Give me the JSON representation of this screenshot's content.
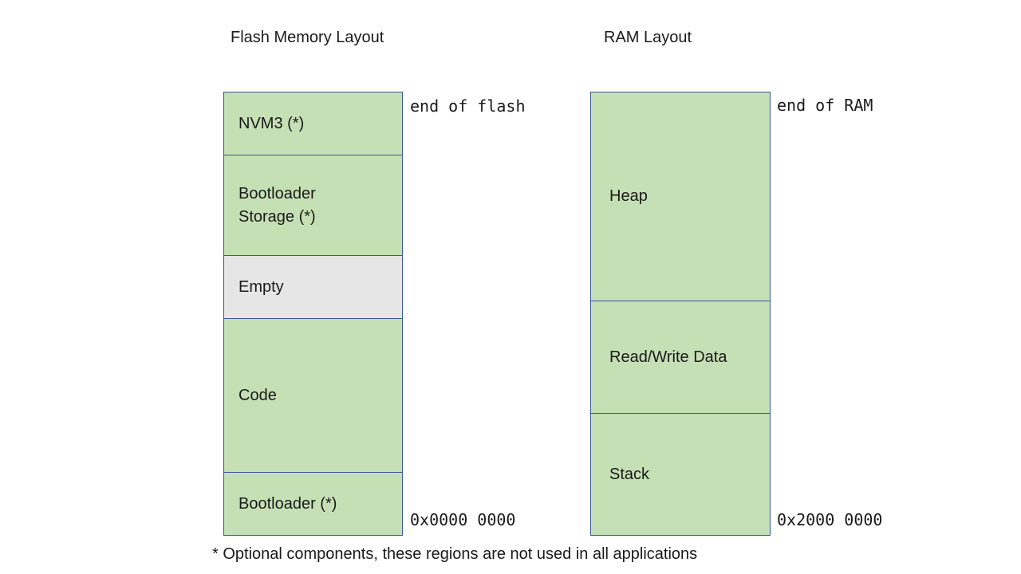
{
  "flash": {
    "title": "Flash Memory Layout",
    "top_label": "end of flash",
    "bottom_label": "0x0000 0000",
    "regions": [
      {
        "label": "NVM3 (*)",
        "kind": "used"
      },
      {
        "label": "Bootloader\nStorage (*)",
        "kind": "used"
      },
      {
        "label": "Empty",
        "kind": "empty"
      },
      {
        "label": "Code",
        "kind": "used"
      },
      {
        "label": "Bootloader (*)",
        "kind": "used"
      }
    ]
  },
  "ram": {
    "title": "RAM Layout",
    "top_label": "end of RAM",
    "bottom_label": "0x2000 0000",
    "regions": [
      {
        "label": "Heap",
        "kind": "used"
      },
      {
        "label": "Read/Write Data",
        "kind": "used"
      },
      {
        "label": "Stack",
        "kind": "used"
      }
    ]
  },
  "footnote": "* Optional components, these regions are not used in all applications",
  "colors": {
    "used_region": "#c5e0b4",
    "empty_region": "#e7e6e6",
    "border": "#3b5998"
  }
}
